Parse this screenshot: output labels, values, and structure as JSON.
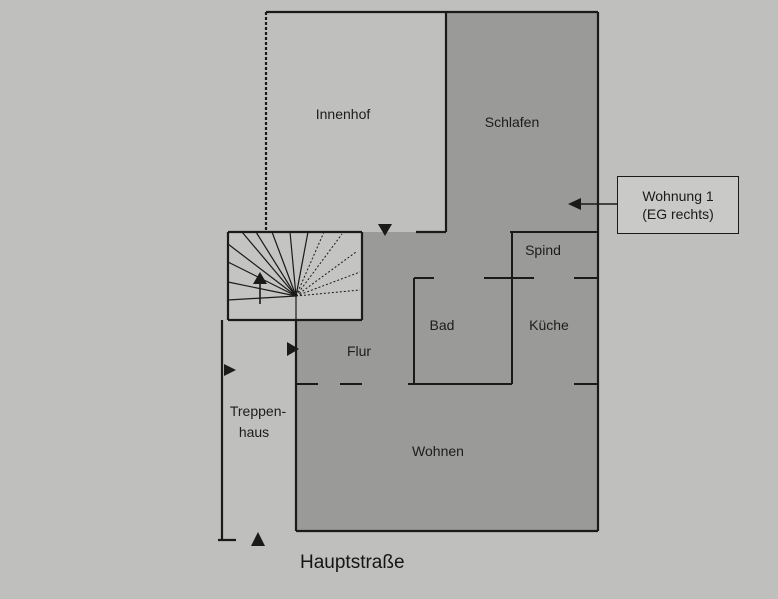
{
  "rooms": {
    "innenhof": "Innenhof",
    "schlafen": "Schlafen",
    "spind": "Spind",
    "bad": "Bad",
    "kueche": "Küche",
    "flur": "Flur",
    "treppenhaus_line1": "Treppen-",
    "treppenhaus_line2": "haus",
    "wohnen": "Wohnen"
  },
  "callout": {
    "line1": "Wohnung 1",
    "line2": "(EG rechts)"
  },
  "street": "Hauptstraße",
  "colors": {
    "paper": "#bfbfbd",
    "apartment_fill": "#9a9a98",
    "line": "#1a1a1a"
  }
}
